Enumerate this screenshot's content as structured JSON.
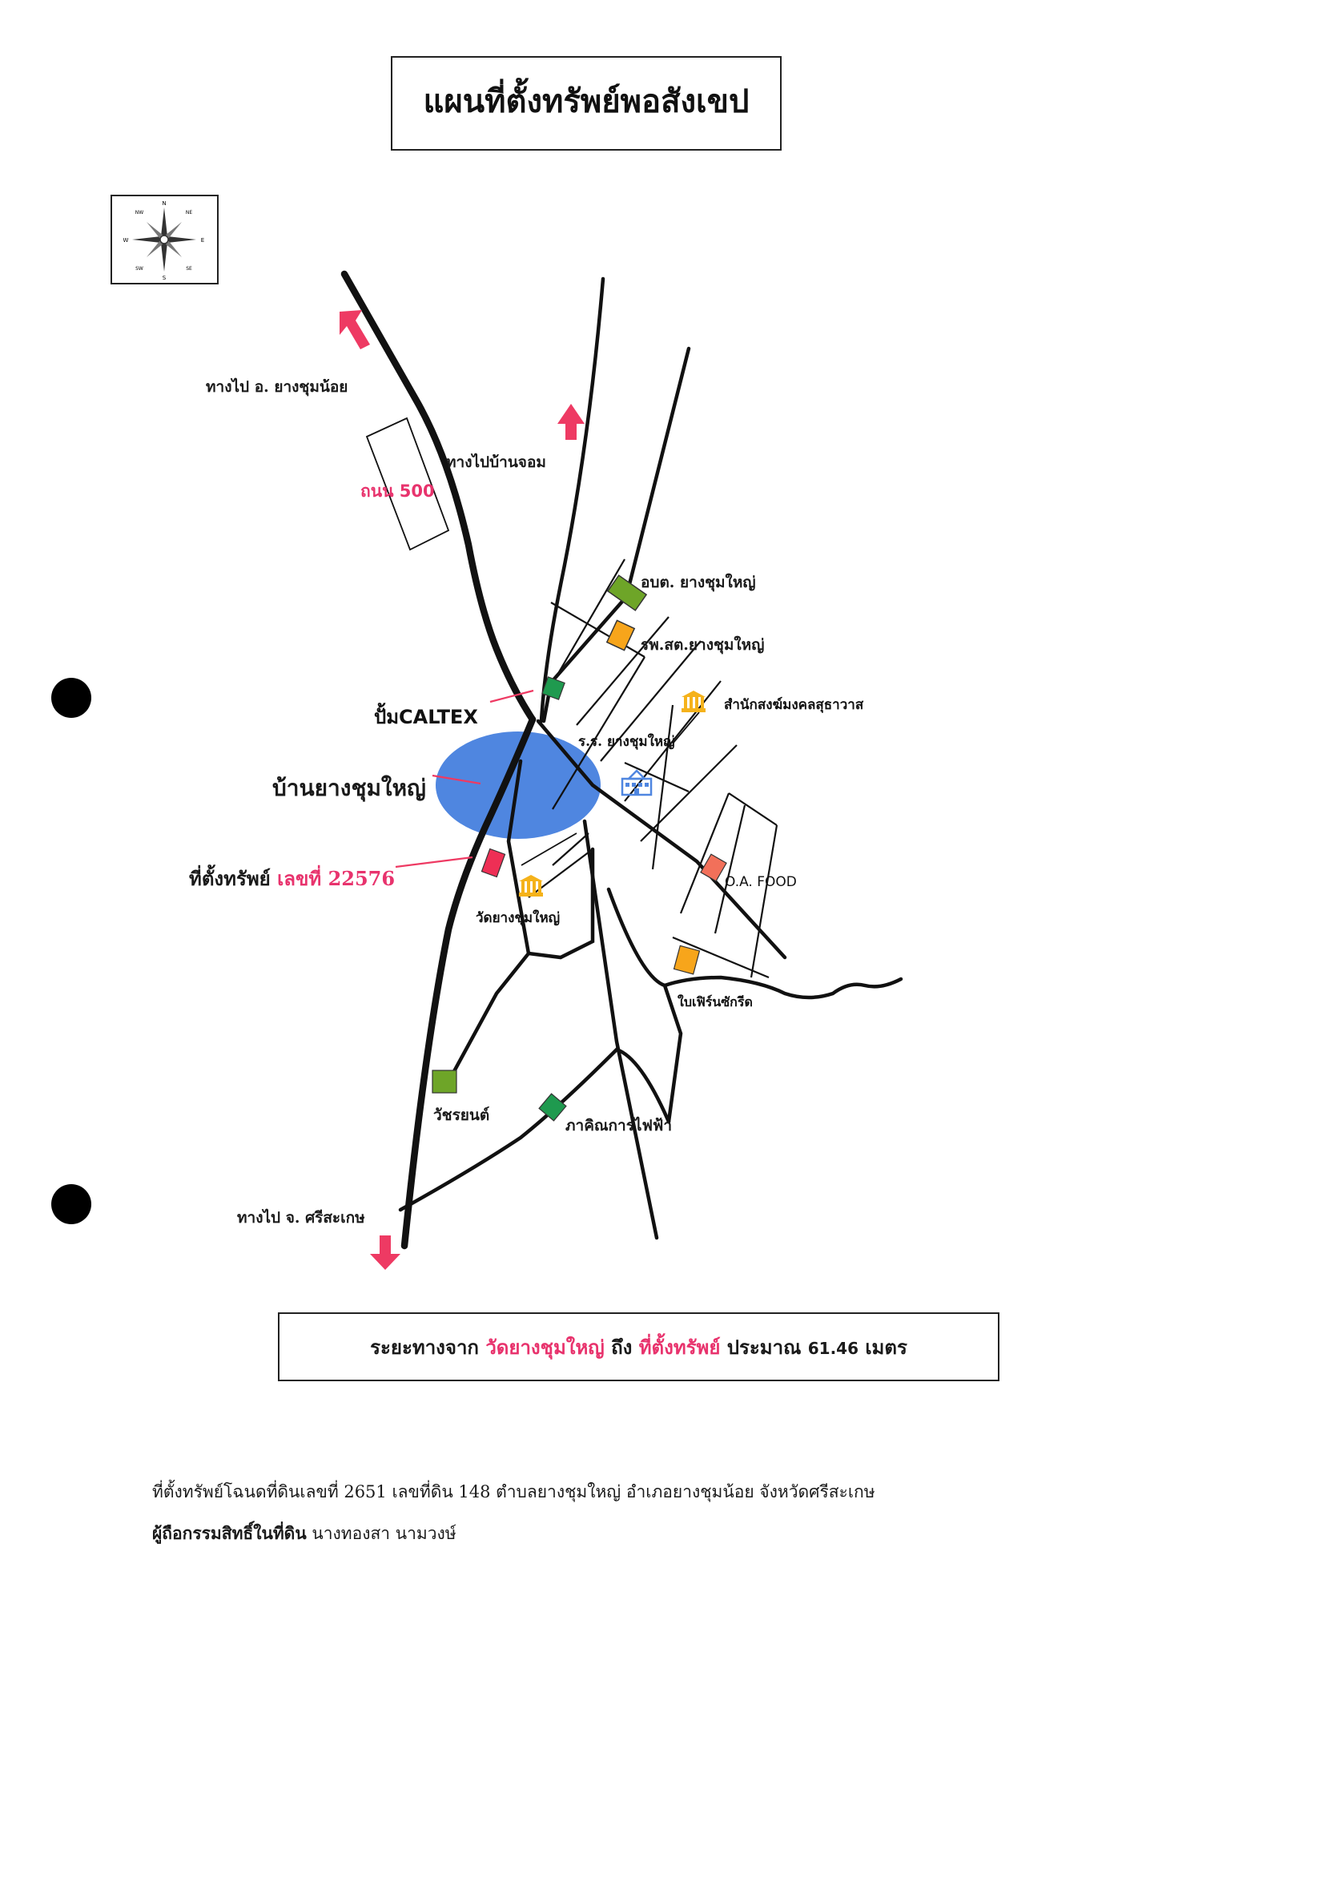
{
  "title": "แผนที่ตั้งทรัพย์พอสังเขป",
  "labels": {
    "to_yang_chum_noi": "ทางไป อ. ยางชุมน้อย",
    "to_ban_jom": "ทางไปบ้านจอม",
    "road_500": "ถนน 500",
    "obt": "อบต. ยางชุมใหญ่",
    "hospital": "รพ.สต.ยางชุมใหญ่",
    "sangha_office": "สำนักสงฆ์มงคลสุธาวาส",
    "caltex": "ปั้มCALTEX",
    "school": "ร.ร. ยางชุมใหญ่",
    "village": "บ้านยางชุมใหญ่",
    "property_prefix": "ที่ตั้งทรัพย์ ",
    "property_number": "เลขที่ 22576",
    "temple": "วัดยางชุมใหญ่",
    "oa_food": "O.A. FOOD",
    "concrete": "ใบเฟิร์นซักรีด",
    "watcharayon": "วัชรยนต์",
    "electricity": "ภาคิณการไฟฟ้า",
    "to_sisaket": "ทางไป จ. ศรีสะเกษ"
  },
  "distance": {
    "prefix": "ระยะทางจาก ",
    "from": "วัดยางชุมใหญ่",
    "mid": " ถึง ",
    "to": "ที่ตั้งทรัพย์",
    "suffix": " ประมาณ ",
    "value": "61.46",
    "unit": " เมตร"
  },
  "footer": {
    "line1": "ที่ตั้งทรัพย์โฉนดที่ดินเลขที่ 2651 เลขที่ดิน 148 ตำบลยางชุมใหญ่ อำเภอยางชุมน้อย จังหวัดศรีสะเกษ",
    "owner_label": "ผู้ถือกรรมสิทธิ์ในที่ดิน",
    "owner_name": " นางทองสา นามวงษ์"
  },
  "compass": {
    "n": "N",
    "s": "S",
    "e": "E",
    "w": "W",
    "ne": "NE",
    "nw": "NW",
    "se": "SE",
    "sw": "SW"
  },
  "colors": {
    "village_fill": "#4f86e0",
    "arrow": "#ee3a63",
    "marker_green": "#6ea528",
    "marker_dkgreen": "#1f9a4f",
    "marker_orange": "#f7a51b",
    "marker_red": "#ee2f55",
    "marker_salmon": "#f2705a",
    "temple_icon": "#f5b21a",
    "school_icon": "#4f86e0"
  }
}
